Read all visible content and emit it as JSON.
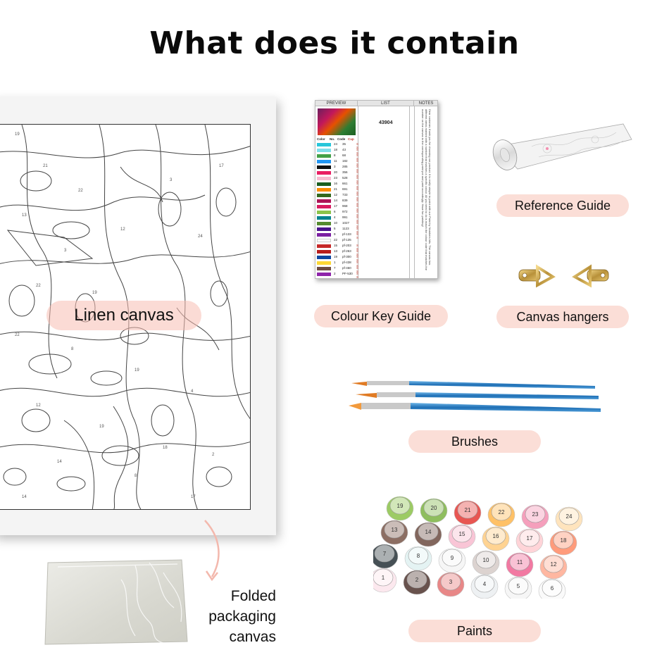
{
  "title": "What does it contain",
  "items": {
    "canvas": "Linen canvas",
    "reference_guide": "Reference Guide",
    "colour_key_guide": "Colour Key Guide",
    "canvas_hangers": "Canvas hangers",
    "brushes": "Brushes",
    "paints": "Paints",
    "folded_canvas": [
      "Folded",
      "packaging",
      "canvas"
    ]
  },
  "key_guide": {
    "headers": [
      "PREVIEW",
      "LIST",
      "NOTES"
    ],
    "code": "43904",
    "table_header": [
      "Color",
      "No.",
      "Code",
      "Cup"
    ],
    "rows": [
      {
        "color": "#26c6da",
        "no": "24",
        "code": "35",
        "cup": "S S"
      },
      {
        "color": "#80deea",
        "no": "18",
        "code": "43",
        "cup": "S S"
      },
      {
        "color": "#43a047",
        "no": "8",
        "code": "68",
        "cup": "S S"
      },
      {
        "color": "#2196f3",
        "no": "11",
        "code": "182",
        "cup": "S S"
      },
      {
        "color": "#111111",
        "no": "3",
        "code": "285",
        "cup": "S S"
      },
      {
        "color": "#e91e63",
        "no": "20",
        "code": "356",
        "cup": "S S"
      },
      {
        "color": "#f8bbd0",
        "no": "23",
        "code": "528",
        "cup": "S S"
      },
      {
        "color": "#1b5e20",
        "no": "16",
        "code": "661",
        "cup": "S S"
      },
      {
        "color": "#fb8c00",
        "no": "21",
        "code": "691",
        "cup": "S S"
      },
      {
        "color": "#33691e",
        "no": "12",
        "code": "733",
        "cup": "S S"
      },
      {
        "color": "#ad1457",
        "no": "14",
        "code": "839",
        "cup": "S S"
      },
      {
        "color": "#d81b60",
        "no": "17",
        "code": "968",
        "cup": "S S"
      },
      {
        "color": "#8bc34a",
        "no": "6",
        "code": "972",
        "cup": "S S"
      },
      {
        "color": "#00838f",
        "no": "4",
        "code": "991",
        "cup": "S S"
      },
      {
        "color": "#558b2f",
        "no": "10",
        "code": "1027",
        "cup": "S S"
      },
      {
        "color": "#4a148c",
        "no": "5",
        "code": "1123",
        "cup": "S S"
      },
      {
        "color": "#7b1fa2",
        "no": "9",
        "code": "pf-133",
        "cup": "S S"
      },
      {
        "color": "#ffffff",
        "no": "22",
        "code": "pf-135",
        "cup": ""
      },
      {
        "color": "#c62828",
        "no": "15",
        "code": "pf-203",
        "cup": "S S"
      },
      {
        "color": "#b71c1c",
        "no": "13",
        "code": "pf-263",
        "cup": "S S"
      },
      {
        "color": "#0d47a1",
        "no": "19",
        "code": "pf-300",
        "cup": "S S"
      },
      {
        "color": "#fdd835",
        "no": "1",
        "code": "pf-438",
        "cup": "S S"
      },
      {
        "color": "#6d4c41",
        "no": "7",
        "code": "pf-460",
        "cup": "S S"
      },
      {
        "color": "#8e24aa",
        "no": "2",
        "code": "PF-530",
        "cup": "S S"
      }
    ],
    "notes": "Dear customer, thank you for choosing our product. It is really simple to paint with our Paint by Numbers kits. The canvas has different areas marked with a number that matches a specific colour. All you need to do is match the colour code that matches the number on the canvas to the corresponding paint pot and paint accordingly. Have fun painting!"
  },
  "paints": {
    "numbers": [
      "19",
      "20",
      "21",
      "22",
      "23",
      "24",
      "13",
      "14",
      "15",
      "16",
      "17",
      "18",
      "7",
      "8",
      "9",
      "10",
      "11",
      "12",
      "1",
      "2",
      "3",
      "4",
      "5",
      "6"
    ],
    "colors": [
      "#8bc34a",
      "#7cb342",
      "#e53935",
      "#ffb74d",
      "#f48fb1",
      "#ffe0b2",
      "#795548",
      "#6d4c41",
      "#f8bbd0",
      "#ffcc80",
      "#ffcdd2",
      "#ff8a65",
      "#263238",
      "#e0f2f1",
      "#f5f5f5",
      "#d7ccc8",
      "#f06292",
      "#ffab91",
      "#fce4ec",
      "#4e342e",
      "#e57373",
      "#eceff1",
      "#f5f5f5",
      "#fafafa"
    ]
  }
}
